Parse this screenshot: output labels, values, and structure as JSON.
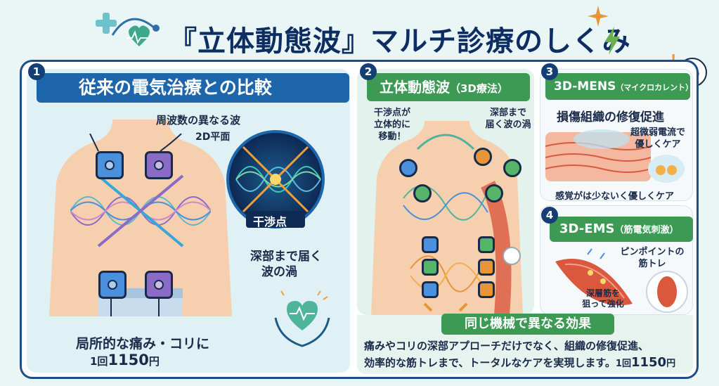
{
  "title": "『立体動態波』マルチ診療のしくみ",
  "panel1": {
    "number": "1",
    "header": "従来の電気治療との比較",
    "label_wave": "周波数の異なる波",
    "label_2d": "2D平面",
    "interference_point": "干渉点",
    "label_vortex_line1": "深部まで届く",
    "label_vortex_line2": "波の渦",
    "caption_line1": "局所的な痛み・コリに",
    "price_prefix": "1回",
    "price": "1150",
    "price_suffix": "円"
  },
  "panel2": {
    "number": "2",
    "header_main": "立体動態波",
    "header_sub": "（3D療法）",
    "label_left_l1": "干渉点が",
    "label_left_l2": "立体的に",
    "label_left_l3": "移動！",
    "label_right_l1": "深部まで",
    "label_right_l2": "届く波の渦"
  },
  "panel3": {
    "number": "3",
    "header_main": "3D-MENS",
    "header_sub": "（マイクロカレント）",
    "subtitle": "損傷組織の修復促進",
    "label_l1": "超微弱電流で",
    "label_l2": "優しくケア",
    "caption": "感覚がは少ないく優しくケア"
  },
  "panel4": {
    "number": "4",
    "header_main": "3D-EMS",
    "header_sub": "（筋電気刺激）",
    "label_pinpoint_l1": "ピンポイントの",
    "label_pinpoint_l2": "筋トレ",
    "label_deep_l1": "深層筋を",
    "label_deep_l2": "狙って強化"
  },
  "bottom": {
    "header": "同じ機械で異なる効果",
    "line1": "痛みやコリの深部アプローチだけでなく、組織の修復促進、",
    "line2": "効率的な筋トレまで、トータルなケアを実現します。",
    "price_prefix": "1回",
    "price": "1150",
    "price_suffix": "円"
  },
  "colors": {
    "navy": "#0e2e63",
    "blue_header": "#1d66ab",
    "green_header": "#3d9a55",
    "pad_blue": "#4a90dc",
    "pad_purple": "#8a6cc8",
    "pad_green": "#55b36a",
    "pad_orange": "#e8953a",
    "skin": "#f6cfae",
    "muscle": "#d9583e"
  }
}
